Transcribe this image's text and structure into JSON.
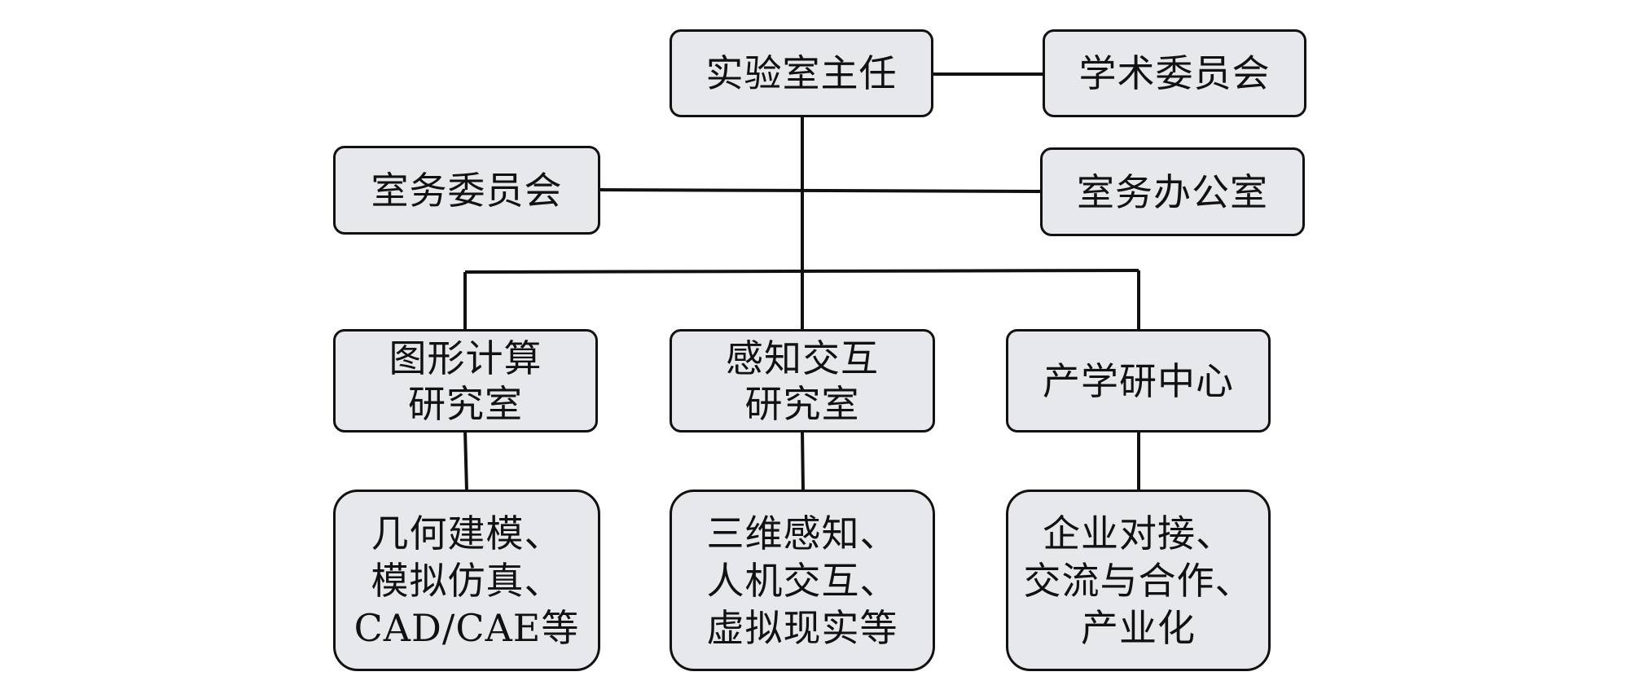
{
  "diagram": {
    "director": "实验室主任",
    "academic_committee": "学术委员会",
    "affairs_committee": "室务委员会",
    "affairs_office": "室务办公室",
    "graphics_lab": [
      "图形计算",
      "研究室"
    ],
    "perception_lab": [
      "感知交互",
      "研究室"
    ],
    "industry_center": "产学研中心",
    "graphics_topics": [
      "几何建模、",
      "模拟仿真、",
      "CAD/CAE等"
    ],
    "perception_topics": [
      "三维感知、",
      "人机交互、",
      "虚拟现实等"
    ],
    "industry_topics": [
      "企业对接、",
      "交流与合作、",
      "产业化"
    ]
  },
  "colors": {
    "box_fill": "#e7e8ec",
    "border": "#111111",
    "background": "#ffffff"
  }
}
